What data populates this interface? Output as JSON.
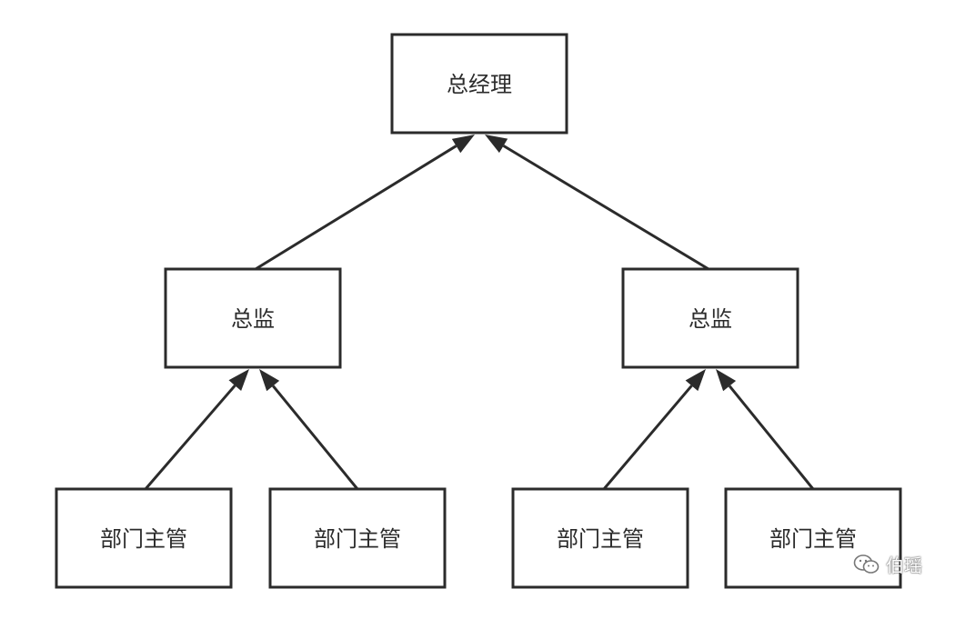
{
  "nodes": {
    "ceo": {
      "label": "总经理"
    },
    "director_left": {
      "label": "总监"
    },
    "director_right": {
      "label": "总监"
    },
    "manager_1": {
      "label": "部门主管"
    },
    "manager_2": {
      "label": "部门主管"
    },
    "manager_3": {
      "label": "部门主管"
    },
    "manager_4": {
      "label": "部门主管"
    }
  },
  "edges": [
    {
      "from": "director_left",
      "to": "ceo"
    },
    {
      "from": "director_right",
      "to": "ceo"
    },
    {
      "from": "manager_1",
      "to": "director_left"
    },
    {
      "from": "manager_2",
      "to": "director_left"
    },
    {
      "from": "manager_3",
      "to": "director_right"
    },
    {
      "from": "manager_4",
      "to": "director_right"
    }
  ],
  "watermark": {
    "text": "伯瑶",
    "icon": "wechat-icon"
  },
  "colors": {
    "stroke": "#2b2b2b",
    "background": "#ffffff"
  }
}
